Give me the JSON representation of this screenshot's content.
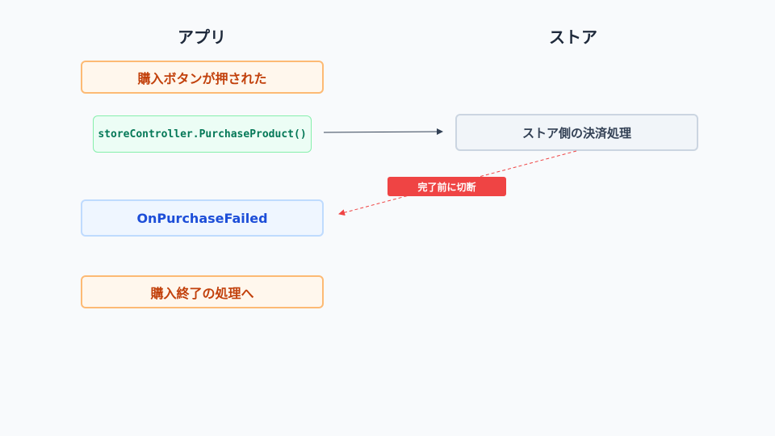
{
  "columns": {
    "app": "アプリ",
    "store": "ストア"
  },
  "steps": {
    "button_pressed": "購入ボタンが押された",
    "purchase_call": "storeController.PurchaseProduct()",
    "store_processing": "ストア側の決済処理",
    "failed_callback": "OnPurchaseFailed",
    "end_handling": "購入終了の処理へ"
  },
  "badge": {
    "disconnected": "完了前に切断"
  },
  "colors": {
    "background": "#f8fafc",
    "orange_text": "#c2410c",
    "green_text": "#047857",
    "blue_text": "#1d4ed8",
    "badge_red": "#ef4444",
    "dashed_arrow": "#ef4444",
    "solid_arrow": "#334155"
  }
}
